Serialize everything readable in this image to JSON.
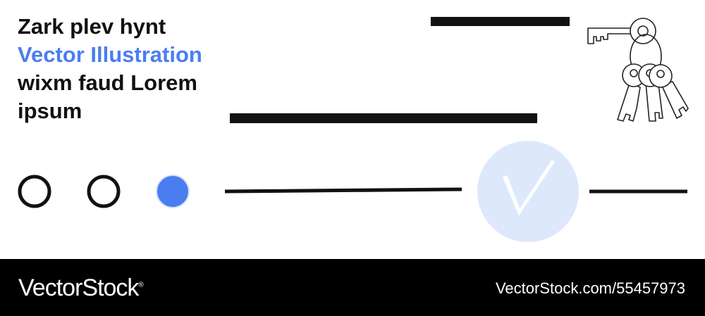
{
  "headline": {
    "line1": "Zark plev hynt",
    "line2": "Vector Illustration",
    "line3": "wixm faud Lorem",
    "line4": "ipsum"
  },
  "colors": {
    "accent": "#4a7df0",
    "check_circle": "#dde8fb",
    "ink": "#111111",
    "footer_bg": "#000000"
  },
  "options": [
    {
      "state": "unselected"
    },
    {
      "state": "unselected"
    },
    {
      "state": "selected"
    }
  ],
  "icons": [
    "key-ring-icon",
    "check-mark-icon",
    "radio-empty-icon",
    "radio-filled-icon"
  ],
  "footer": {
    "brand": "VectorStock",
    "brand_mark": "®",
    "image_id": "VectorStock.com/55457973"
  }
}
